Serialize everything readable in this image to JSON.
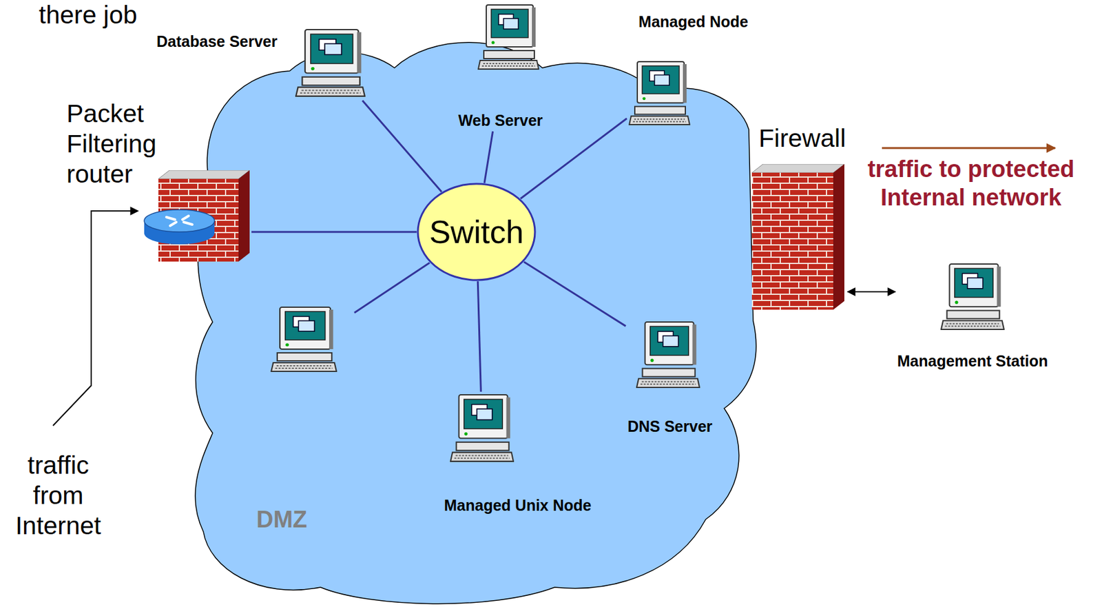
{
  "diagram": {
    "nodes": [
      {
        "text": [
          "DMZ"
        ]
      },
      {
        "text": [
          "Database Server"
        ],
        "in": 0
      },
      {
        "text": [
          "Web Server"
        ],
        "in": 0
      },
      {
        "text": [
          "Managed Node"
        ],
        "in": 0
      },
      {
        "text": [
          "Switch"
        ],
        "in": 0
      },
      {
        "text": [
          "DNS Server"
        ],
        "in": 0
      },
      {
        "text": [
          "Managed Unix Node"
        ],
        "in": 0
      },
      {
        "text": [
          "Packet Filtering router"
        ]
      },
      {
        "text": [
          "Firewall"
        ]
      },
      {
        "text": [
          "Management Station"
        ]
      }
    ],
    "edges": [
      {
        "from": 4,
        "to": 7,
        "arrow": "none"
      },
      {
        "from": 4,
        "to": 1,
        "arrow": "none"
      },
      {
        "from": 4,
        "to": 2,
        "arrow": "none"
      },
      {
        "from": 4,
        "to": 3,
        "arrow": "none"
      },
      {
        "from": 4,
        "to": 5,
        "arrow": "none"
      },
      {
        "from": 4,
        "to": 6,
        "arrow": "none"
      },
      {
        "from": 8,
        "to": 9,
        "arrow": "both"
      }
    ],
    "labels": [
      "there job",
      "traffic to protected Internal network",
      "traffic from Internet"
    ]
  }
}
